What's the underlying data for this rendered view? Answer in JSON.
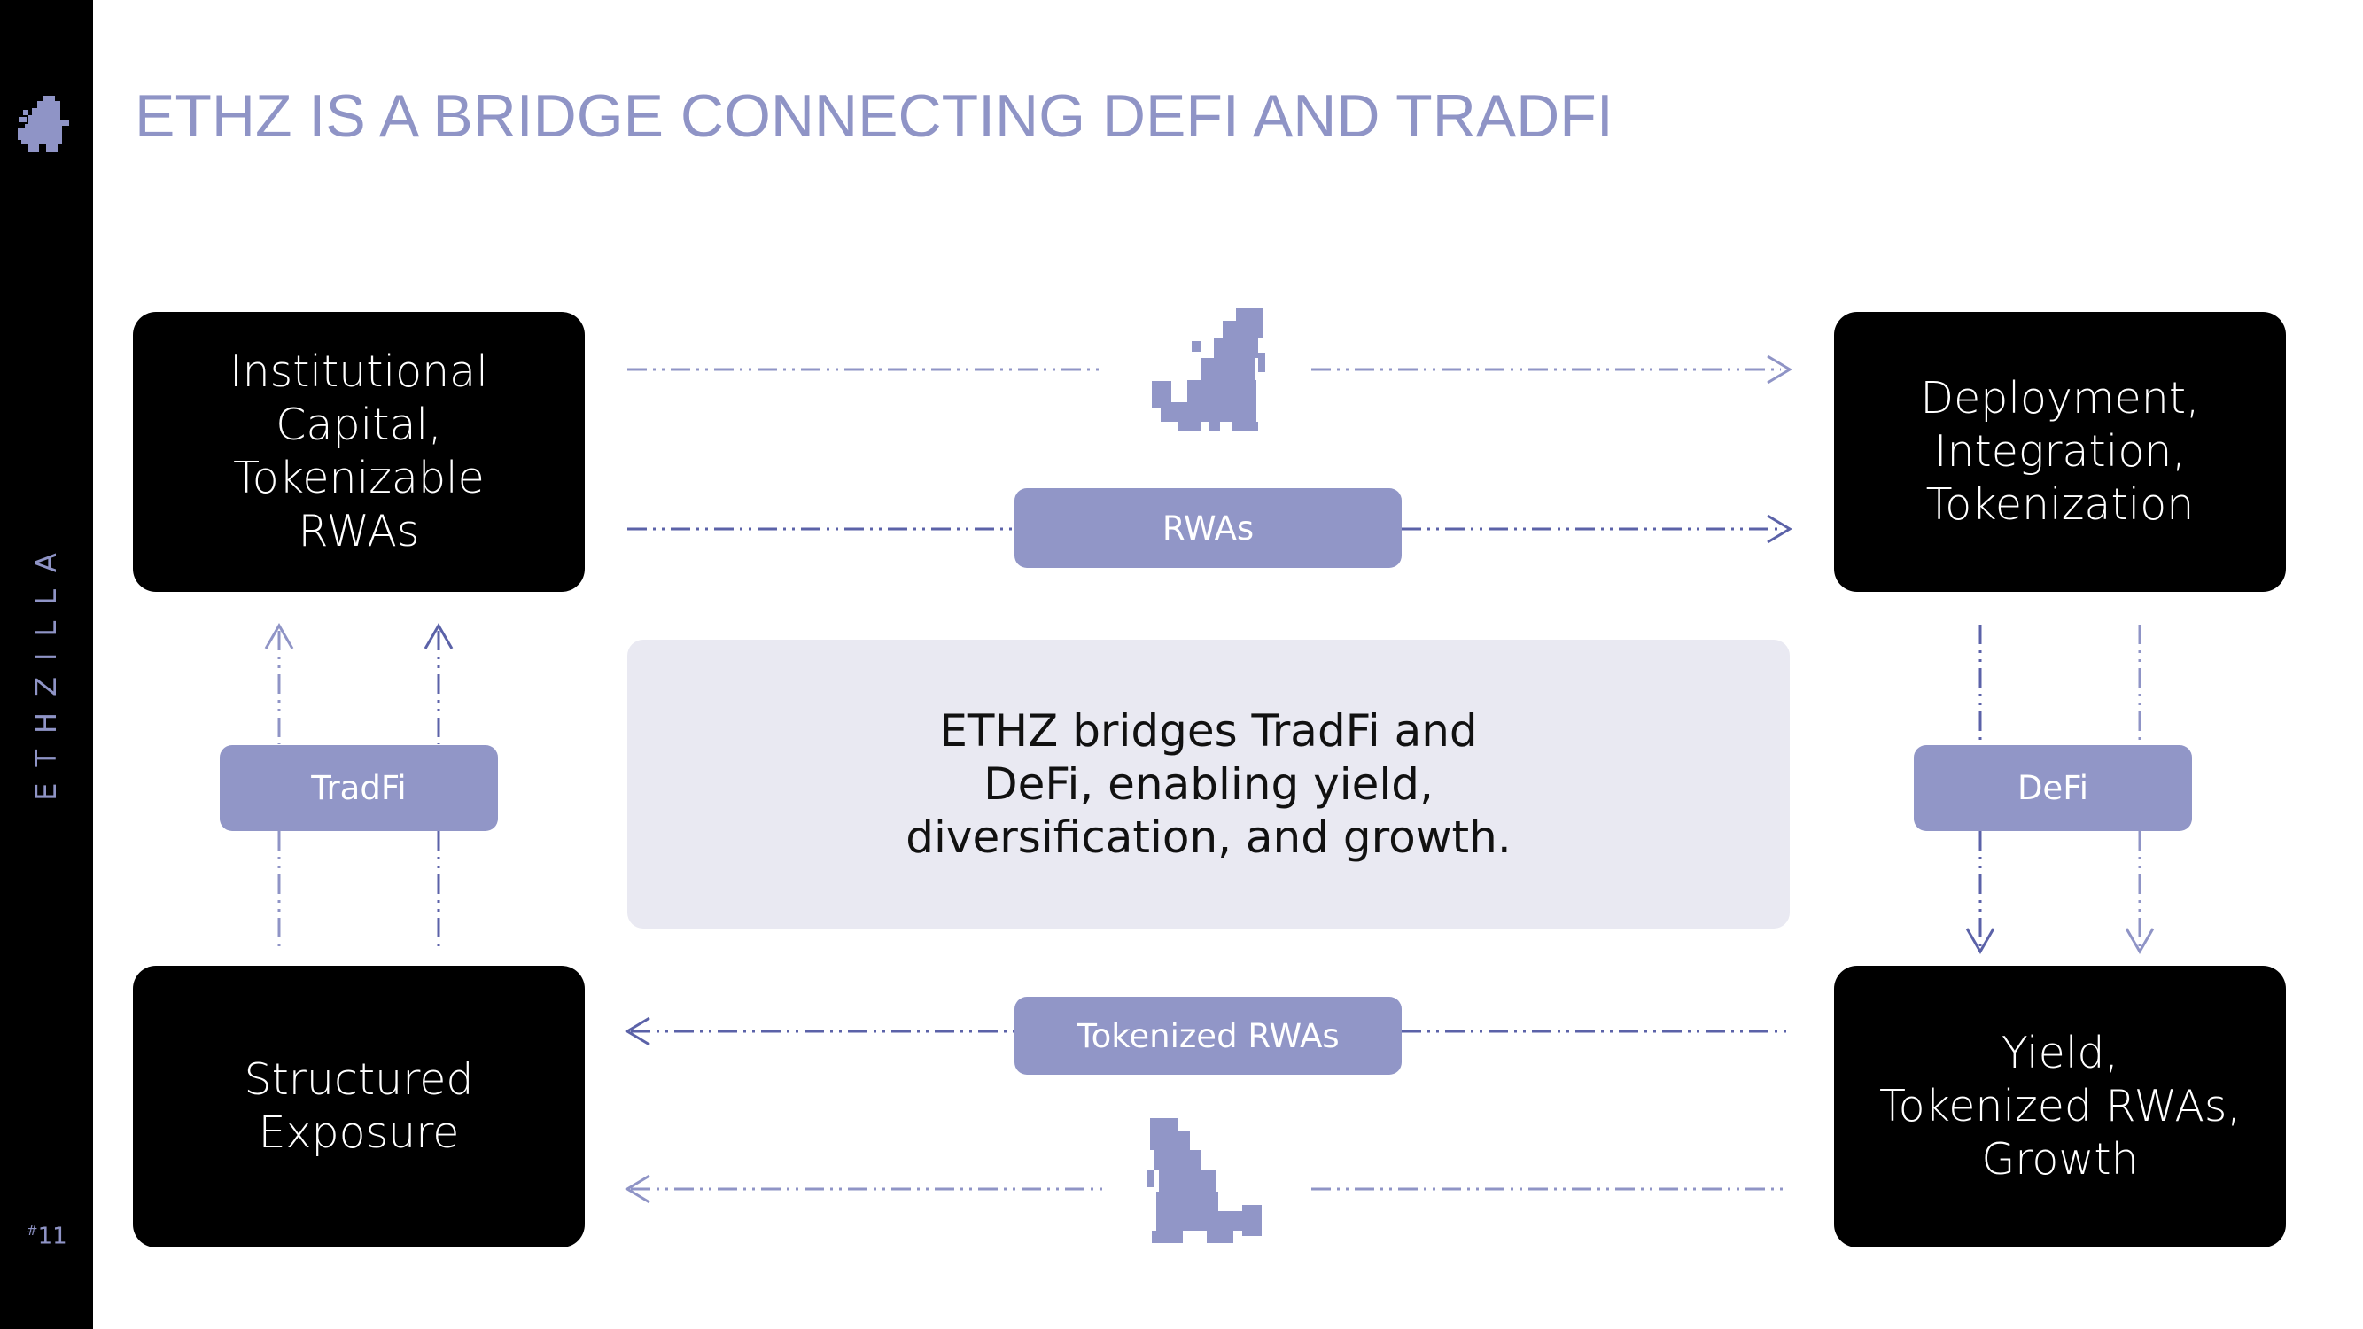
{
  "slide": {
    "title": "ETHZ IS A BRIDGE CONNECTING DEFI AND TRADFI",
    "brand_vertical": "ETHZILLA",
    "page_number_prefix": "#",
    "page_number": "11",
    "logo_icon": "pixel-godzilla-icon"
  },
  "diagram": {
    "nodes": {
      "top_left": "Institutional\nCapital,\nTokenizable\nRWAs",
      "top_right": "Deployment,\nIntegration,\nTokenization",
      "bottom_left": "Structured\nExposure",
      "bottom_right": "Yield,\nTokenized RWAs,\nGrowth"
    },
    "labels": {
      "top_flow": "RWAs",
      "bottom_flow": "Tokenized RWAs",
      "left_flow": "TradFi",
      "right_flow": "DeFi"
    },
    "center_text": "ETHZ bridges TradFi and\nDeFi, enabling yield,\ndiversification, and growth.",
    "edges": [
      {
        "from": "top_left",
        "to": "top_right",
        "label": "RWAs"
      },
      {
        "from": "top_right",
        "to": "bottom_right",
        "label": "DeFi"
      },
      {
        "from": "bottom_right",
        "to": "bottom_left",
        "label": "Tokenized RWAs"
      },
      {
        "from": "bottom_left",
        "to": "top_left",
        "label": "TradFi"
      }
    ]
  },
  "colors": {
    "accent": "#8f94c6",
    "pill": "#9196c7",
    "line": "#5b62a8",
    "center_bg": "#e9e9f2",
    "node_bg": "#000000"
  }
}
